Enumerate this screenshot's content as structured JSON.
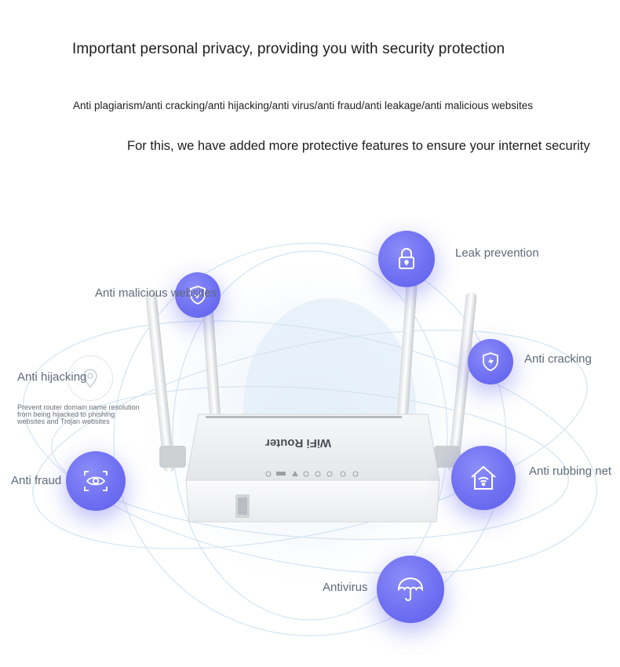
{
  "header": {
    "title": "Important personal privacy, providing you with security protection",
    "subtitle": "Anti plagiarism/anti cracking/anti hijacking/anti virus/anti fraud/anti leakage/anti malicious websites",
    "tagline": "For this, we have added more protective features to ensure your internet security"
  },
  "features": {
    "leak_prevention": {
      "label": "Leak prevention",
      "icon": "lock-icon"
    },
    "anti_malicious": {
      "label": "Anti malicious websites",
      "icon": "shield-check-icon"
    },
    "anti_cracking": {
      "label": "Anti cracking",
      "icon": "shield-bolt-icon"
    },
    "anti_hijacking": {
      "label": "Anti hijacking",
      "description": "Prevent router domain name resolution from being hijacked to phishing websites and Trojan websites",
      "icon": "location-pin-icon"
    },
    "anti_fraud": {
      "label": "Anti fraud",
      "icon": "eye-scan-icon"
    },
    "anti_rubbing_net": {
      "label": "Anti rubbing net",
      "icon": "home-wifi-icon"
    },
    "antivirus": {
      "label": "Antivirus",
      "icon": "umbrella-icon"
    }
  },
  "router": {
    "brand": "WiFi Router"
  },
  "colors": {
    "bubble": "#6f70f2",
    "label_text": "#5f6a79",
    "orbit": "#d7e6f3"
  }
}
